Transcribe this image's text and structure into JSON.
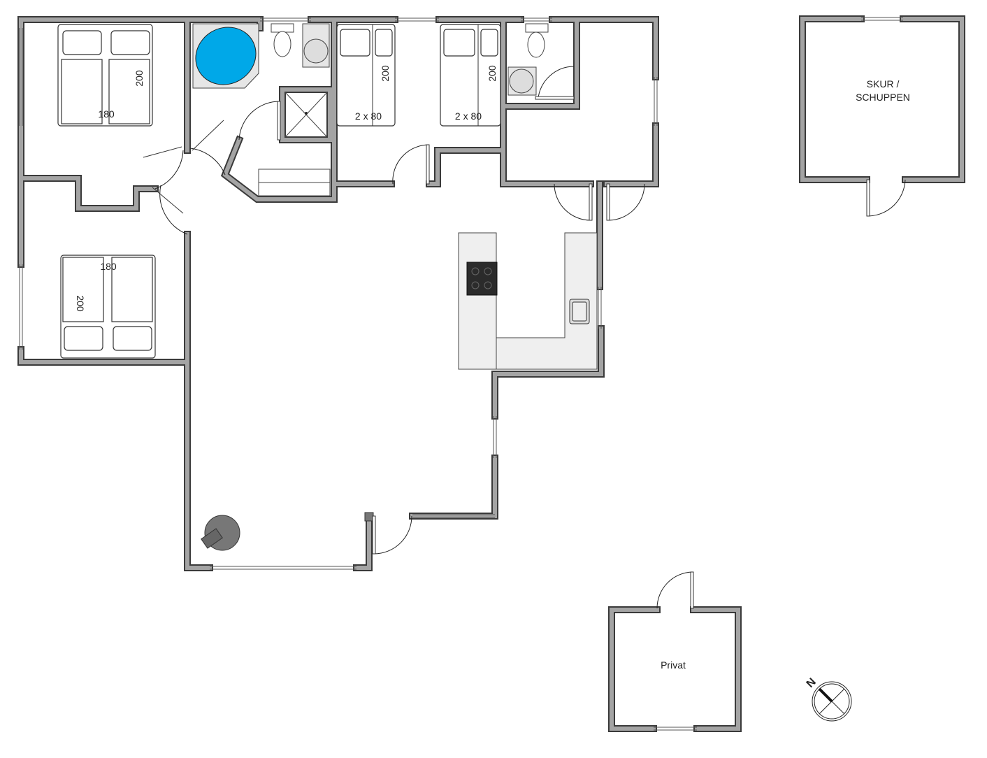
{
  "title": "Floor plan",
  "rooms": {
    "bedroom_1": {
      "bed_width": "180",
      "bed_length": "200"
    },
    "bedroom_2": {
      "bed_width": "180",
      "bed_length": "200"
    },
    "bedroom_3": {
      "bed_width": "2 x 80",
      "bed_length": "200"
    },
    "bedroom_4": {
      "bed_width": "2 x 80",
      "bed_length": "200"
    }
  },
  "outbuildings": {
    "shed": {
      "label_line1": "SKUR /",
      "label_line2": "SCHUPPEN"
    },
    "private": {
      "label": "Privat"
    }
  },
  "compass": {
    "label": "N"
  },
  "colors": {
    "bathtub": "#00a8e8",
    "wall": "#a4a4a4",
    "wall_outline": "#3a3a3a"
  }
}
